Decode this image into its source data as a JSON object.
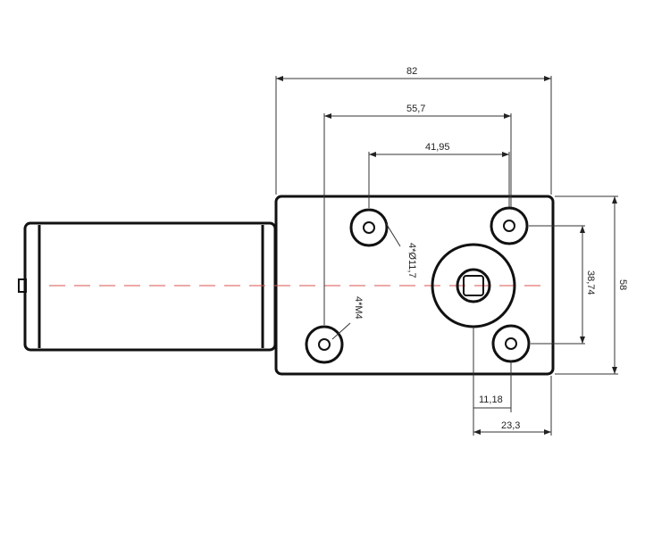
{
  "dimensions": {
    "overall_width": "82",
    "outer_hole_spacing": "55,7",
    "inner_hole_spacing": "41,95",
    "vertical_hole_spacing": "38,74",
    "overall_height": "58",
    "shaft_offset_small": "11,18",
    "shaft_offset_large": "23,3"
  },
  "callouts": {
    "counterbore": "4*Ø11,7",
    "thread": "4*M4"
  },
  "colors": {
    "outline": "#111111",
    "centerline": "#d9534f"
  }
}
